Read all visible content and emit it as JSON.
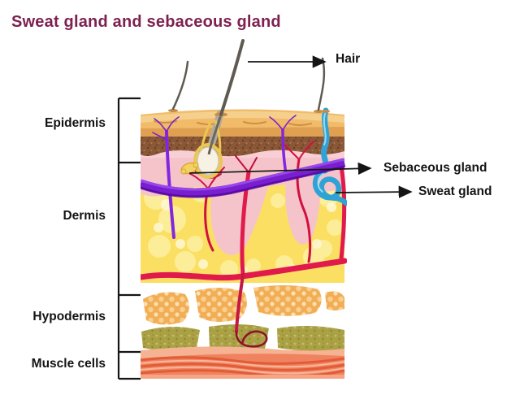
{
  "title": {
    "text": "Sweat gland and sebaceous gland",
    "color": "#7d2150"
  },
  "diagram": {
    "subject": "Human skin cross-section",
    "layers": [
      {
        "name": "epidermis",
        "label": "Epidermis"
      },
      {
        "name": "dermis",
        "label": "Dermis"
      },
      {
        "name": "hypodermis",
        "label": "Hypodermis"
      },
      {
        "name": "muscle-cells",
        "label": "Muscle cells"
      }
    ],
    "structures": [
      {
        "name": "hair",
        "label": "Hair"
      },
      {
        "name": "sebaceous-gland",
        "label": "Sebaceous gland"
      },
      {
        "name": "sweat-gland",
        "label": "Sweat gland"
      }
    ],
    "colors": {
      "title_text": "#7d2150",
      "label_text": "#141414",
      "epidermis_surface": "#f1bb6a",
      "epidermis_deep": "#e0a052",
      "granular_layer_brown": "#8a5737",
      "basal_layer_pink": "#f5c3ca",
      "dermis_yellow": "#fbdf63",
      "fat_lobule_orange": "#f2ae56",
      "connective_olive": "#aaa144",
      "muscle_salmon": "#f0835f",
      "blood_vessel_red": "#e11a4c",
      "nerve_purple": "#7a1fd0",
      "sweat_duct_blue": "#2fa3d6",
      "hair_gray": "#5f5b52"
    }
  }
}
